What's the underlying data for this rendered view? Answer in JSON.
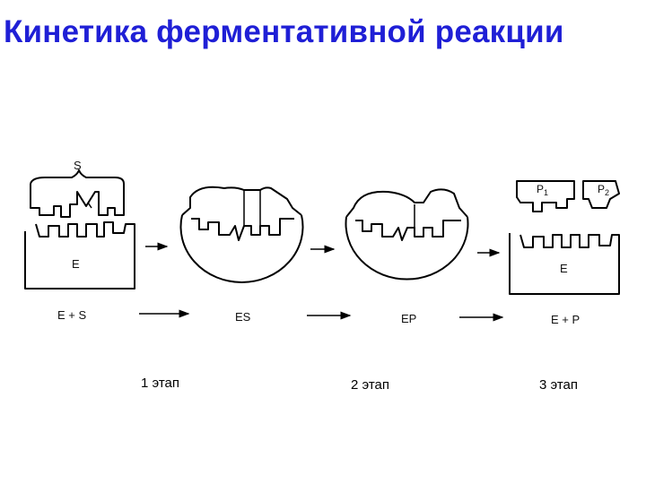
{
  "title": "Кинетика ферментативной реакции",
  "labels": {
    "substrate": "S",
    "enzyme_left": "E",
    "enzyme_right": "E",
    "product_1": "P",
    "product_1_sub": "1",
    "product_2": "P",
    "product_2_sub": "2",
    "eq_start": "E + S",
    "eq_es": "ES",
    "eq_ep": "EP",
    "eq_end": "E + P"
  },
  "stages": [
    "1 этап",
    "2 этап",
    "3 этап"
  ]
}
